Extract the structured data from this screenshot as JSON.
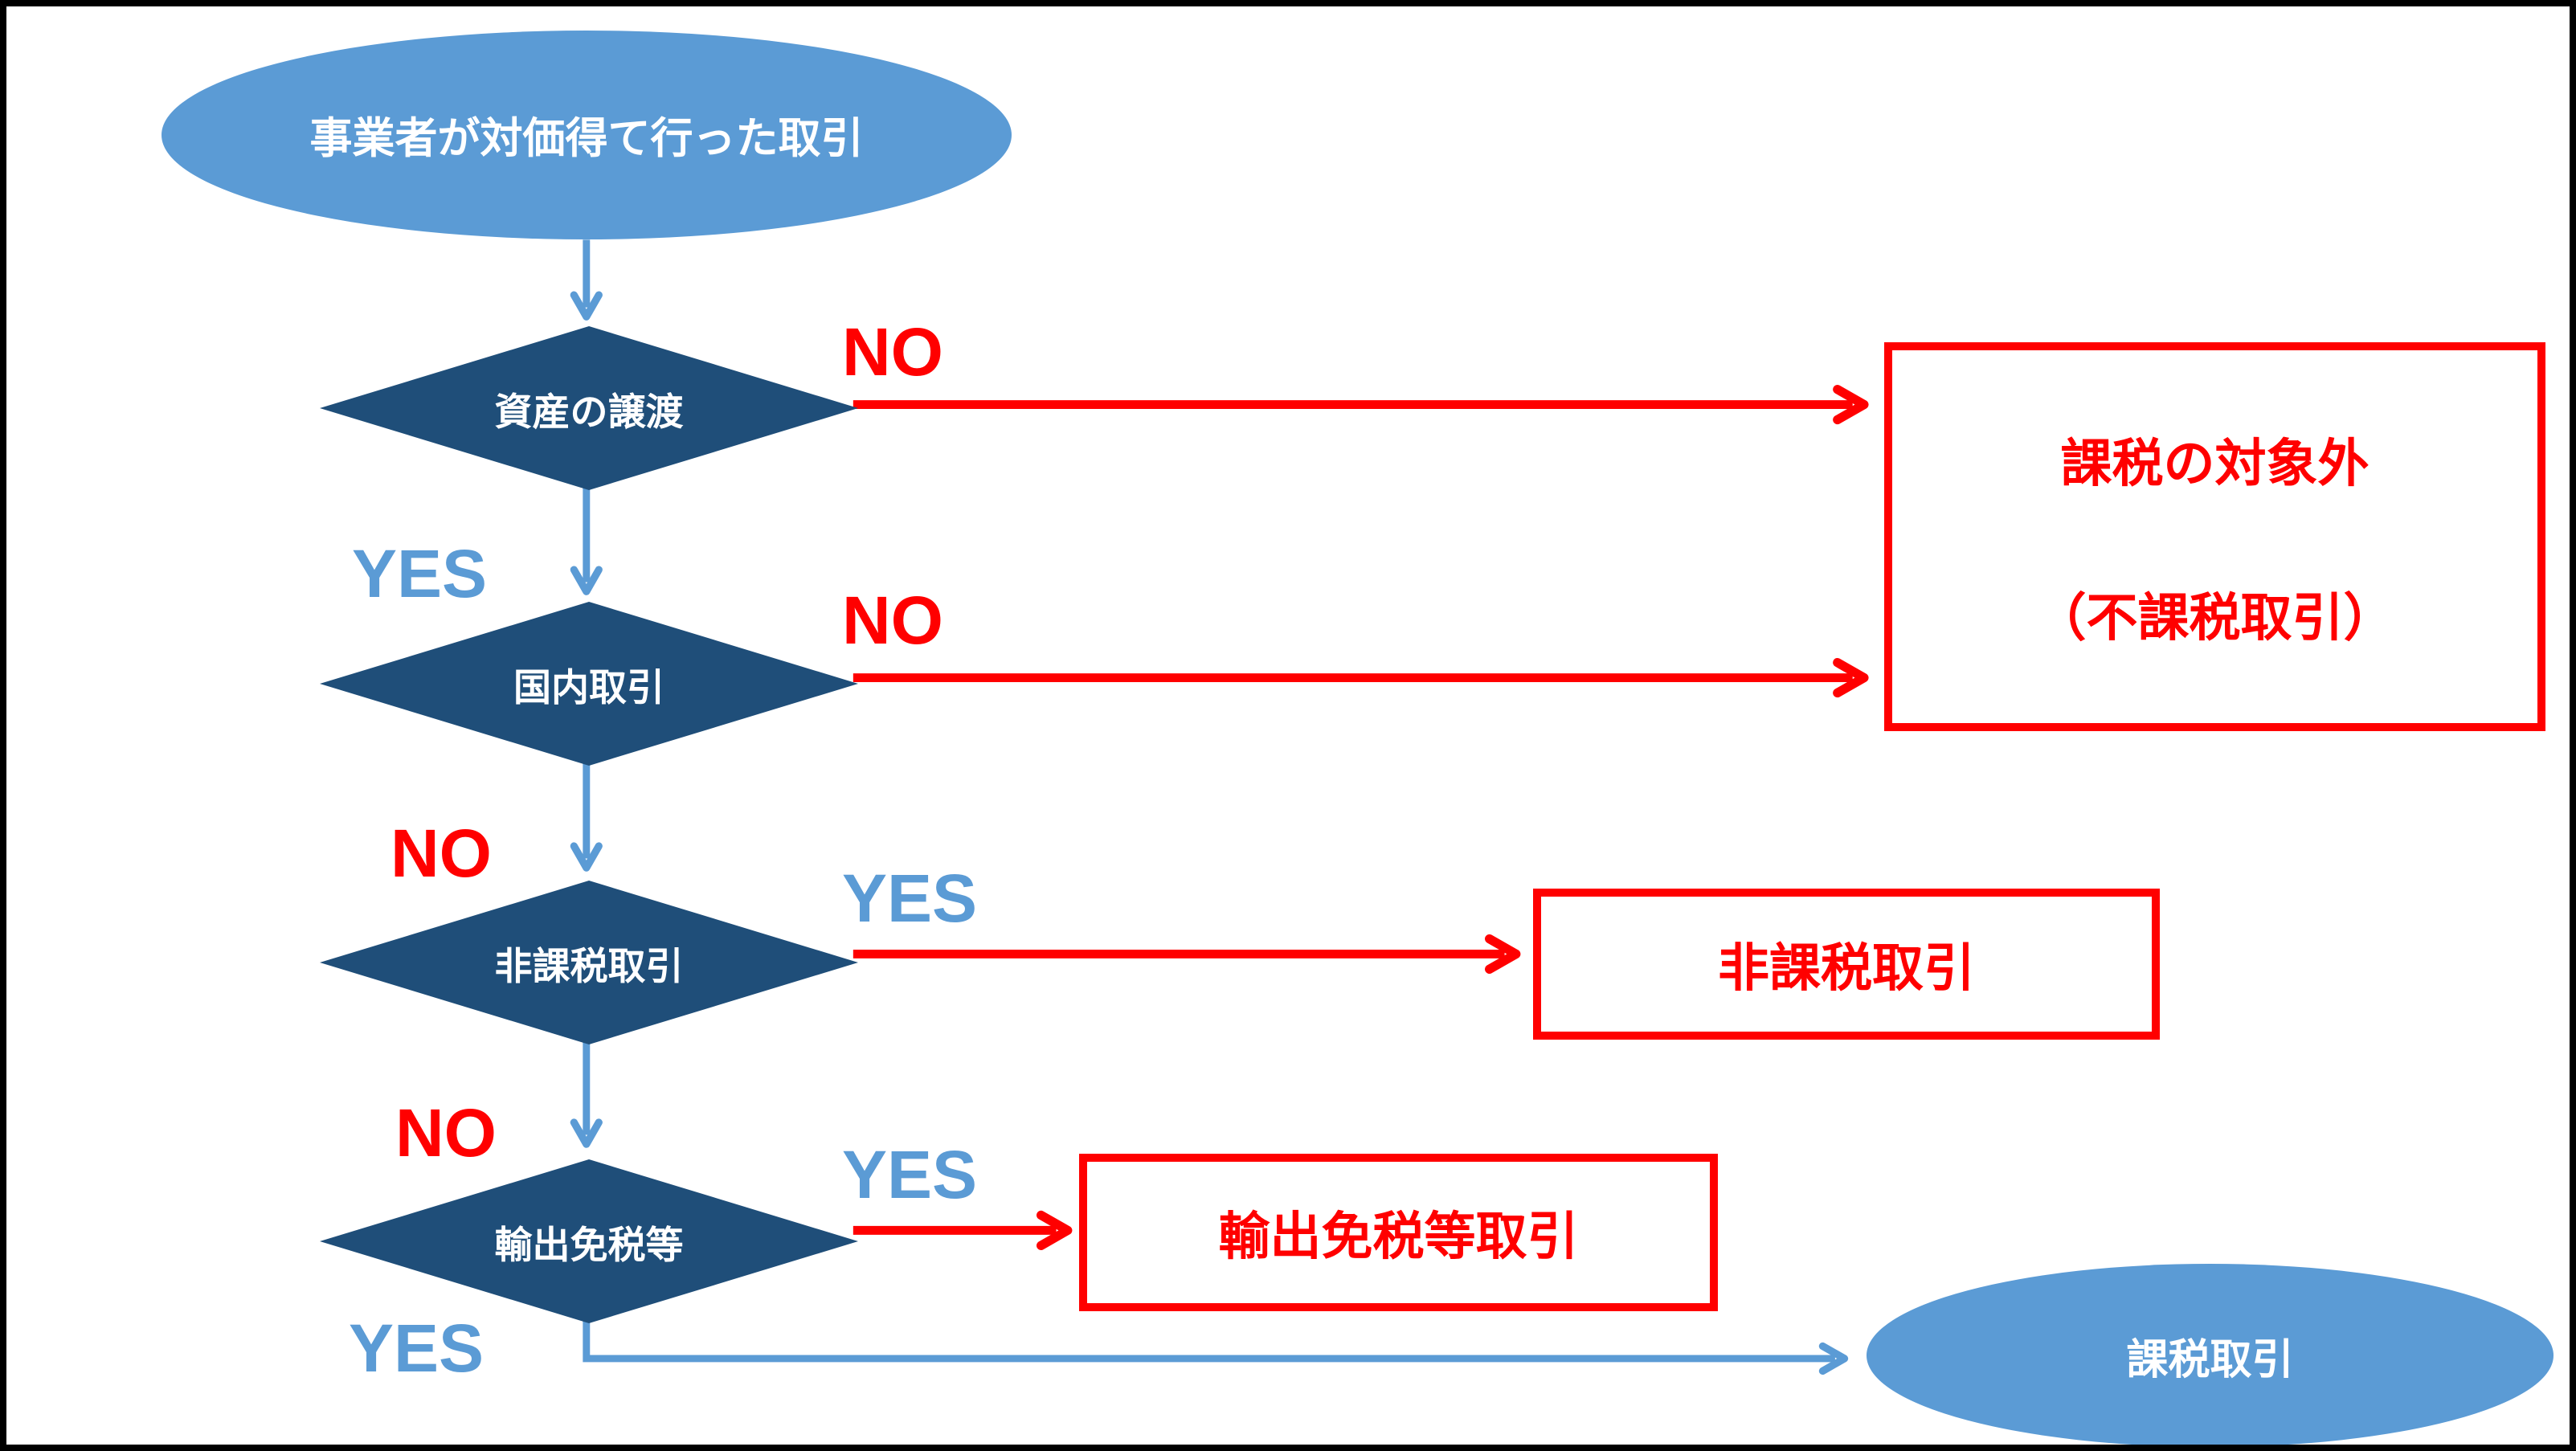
{
  "diagram": {
    "start_node": {
      "label": "事業者が対価得て行った取引"
    },
    "decisions": [
      {
        "label": "資産の譲渡"
      },
      {
        "label": "国内取引"
      },
      {
        "label": "非課税取引"
      },
      {
        "label": "輸出免税等"
      }
    ],
    "outcomes": {
      "not_subject": {
        "line1": "課税の対象外",
        "line2": "（不課税取引）"
      },
      "exempt": {
        "label": "非課税取引"
      },
      "export_exempt": {
        "label": "輸出免税等取引"
      },
      "taxable": {
        "label": "課税取引"
      }
    },
    "branch_labels": {
      "v1": {
        "text": "YES",
        "tone": "blue"
      },
      "v2": {
        "text": "NO",
        "tone": "red"
      },
      "v3": {
        "text": "NO",
        "tone": "red"
      },
      "v4": {
        "text": "YES",
        "tone": "blue"
      },
      "h1": {
        "text": "NO",
        "tone": "red"
      },
      "h2": {
        "text": "NO",
        "tone": "red"
      },
      "h3": {
        "text": "YES",
        "tone": "blue"
      },
      "h4": {
        "text": "YES",
        "tone": "blue"
      }
    }
  },
  "colors": {
    "terminal_fill": "#5B9BD5",
    "decision_fill": "#1F4E79",
    "connector_blue": "#5B9BD5",
    "accent_red": "#FF0000",
    "node_text": "#FFFFFF",
    "frame": "#000000"
  }
}
